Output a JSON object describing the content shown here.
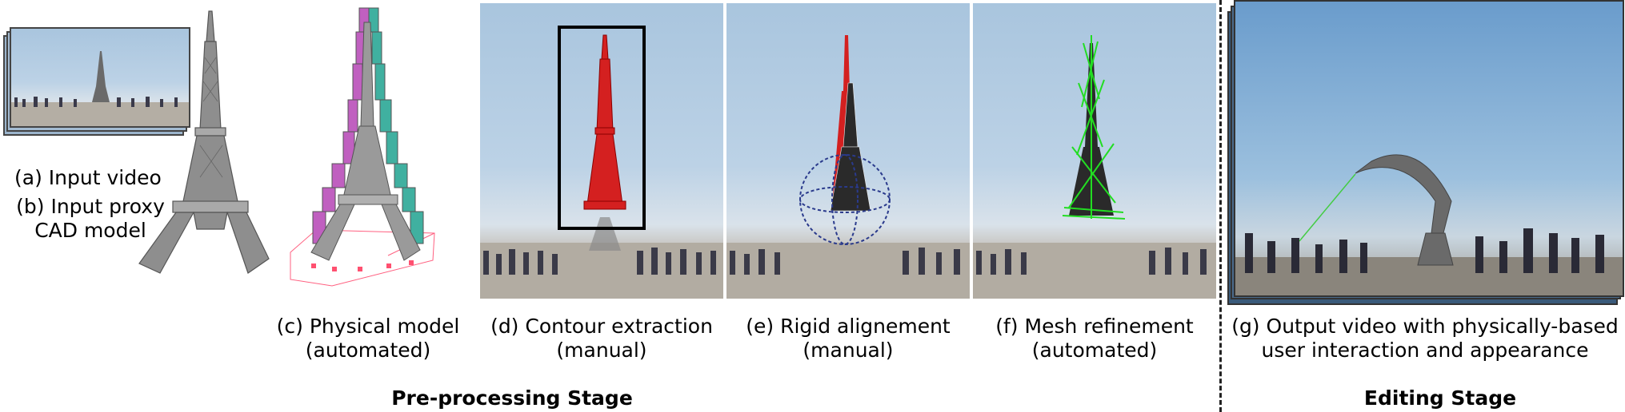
{
  "captions": {
    "a": "(a) Input video",
    "b_line1": "(b) Input proxy",
    "b_line2": "CAD model",
    "c_line1": "(c) Physical model",
    "c_line2": "(automated)",
    "d_line1": "(d) Contour extraction",
    "d_line2": "(manual)",
    "e_line1": "(e) Rigid alignement",
    "e_line2": "(manual)",
    "f_line1": "(f) Mesh refinement",
    "f_line2": "(automated)",
    "g_line1": "(g) Output video with physically-based",
    "g_line2": "user interaction and appearance"
  },
  "stages": {
    "preprocessing": "Pre-processing Stage",
    "editing": "Editing Stage"
  },
  "colors": {
    "contour": "#d42020",
    "alignment_sphere": "#2a3a8c",
    "refinement": "#22dd22",
    "physical_model": [
      "#c060c0",
      "#40b0a0"
    ]
  }
}
